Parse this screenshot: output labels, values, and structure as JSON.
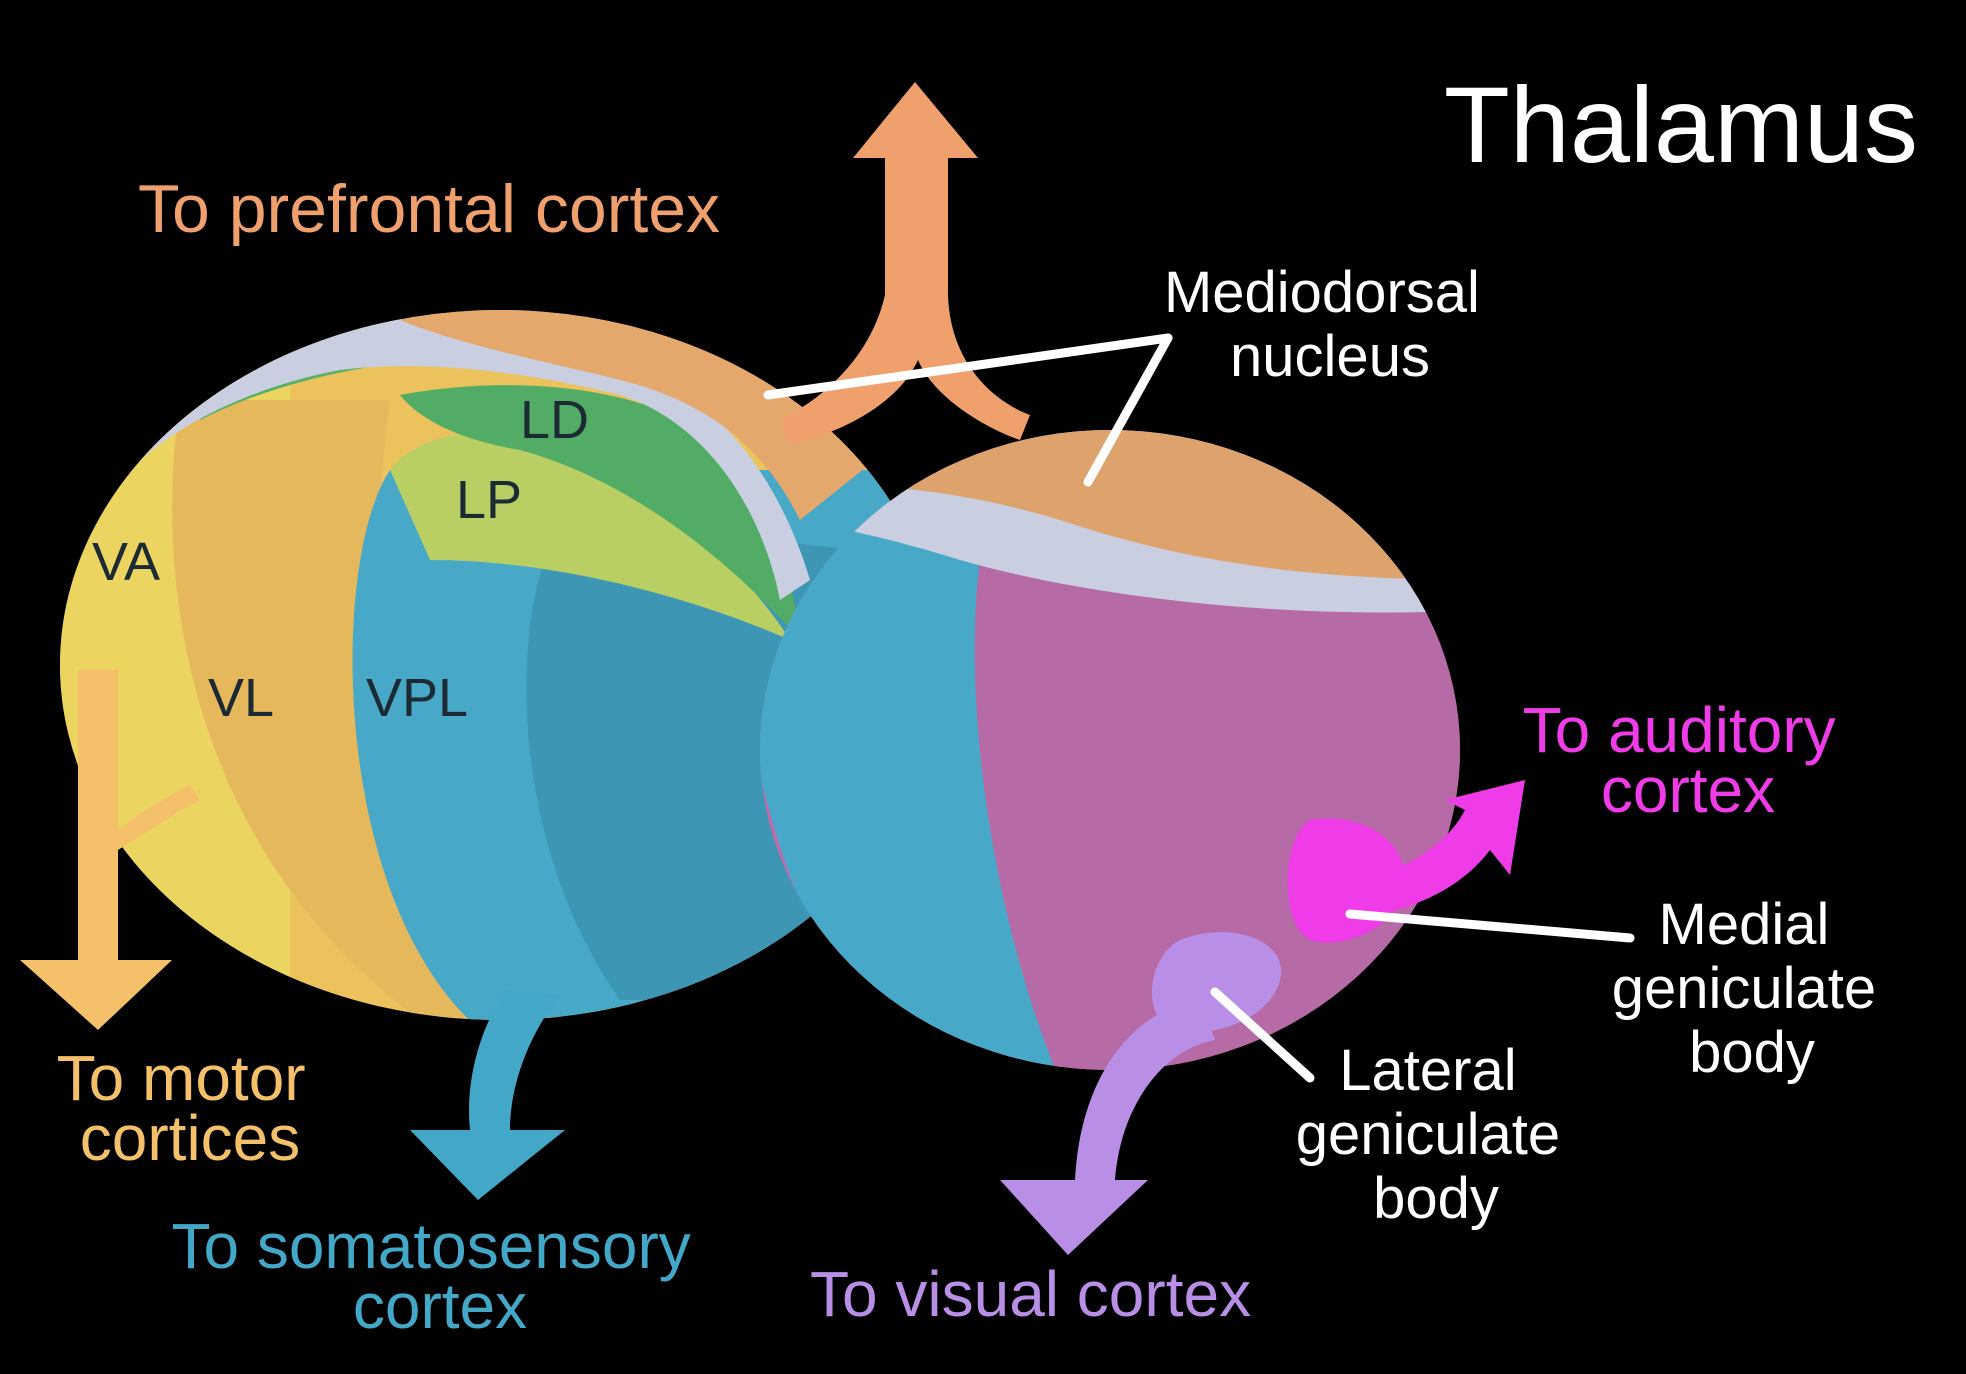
{
  "title": "Thalamus",
  "nuclei": {
    "ld": "LD",
    "lp": "LP",
    "va": "VA",
    "vl": "VL",
    "vpl": "VPL"
  },
  "structures": {
    "mediodorsal": [
      "Mediodorsal",
      "nucleus"
    ],
    "medial_geniculate": [
      "Medial",
      "geniculate",
      "body"
    ],
    "lateral_geniculate": [
      "Lateral",
      "geniculate",
      "body"
    ]
  },
  "projections": {
    "prefrontal": [
      "To prefrontal cortex"
    ],
    "motor": [
      "To motor",
      "cortices"
    ],
    "somatosensory": [
      "To somatosensory",
      "cortex"
    ],
    "visual": [
      "To visual cortex"
    ],
    "auditory": [
      "To auditory",
      "cortex"
    ]
  },
  "colors": {
    "background": "#000000",
    "prefrontal": "#f0a06c",
    "motor": "#f5c06a",
    "somatosensory": "#43a8c8",
    "visual": "#b88ee6",
    "auditory": "#f03ce8",
    "label_white": "#ffffff",
    "nucleus_label": "#1c2a33"
  }
}
